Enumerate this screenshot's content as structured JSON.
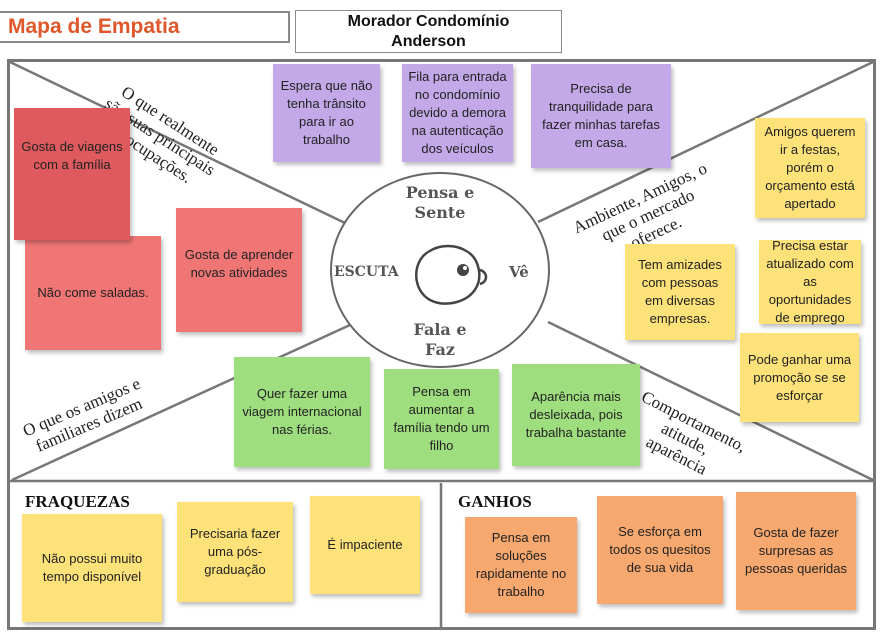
{
  "header": {
    "title": "Mapa de Empatia",
    "persona_line1": "Morador Condomínio",
    "persona_line2": "Anderson"
  },
  "center": {
    "top_line1": "Pensa e",
    "top_line2": "Sente",
    "bottom_line1": "Fala e",
    "bottom_line2": "Faz",
    "left": "ESCUTA",
    "right": "Vê"
  },
  "section_labels": {
    "top_left": [
      "O que realmente",
      "são suas principais",
      "preocupações."
    ],
    "top_right": [
      "Ambiente, Amigos, o",
      "que o mercado",
      "oferece."
    ],
    "bottom_left": [
      "O que os amigos e",
      "familiares dizem"
    ],
    "bottom_right": [
      "Comportamento,",
      "atitude,",
      "aparência"
    ]
  },
  "notes": {
    "pensa": [
      "Espera que não tenha trânsito para ir ao trabalho",
      "Fila para entrada no condomínio devido a demora na autenticação dos veículos",
      "Precisa de tranquilidade para fazer minhas tarefas em casa."
    ],
    "escuta": [
      "Gosta de viagens com a família",
      "Gosta de aprender novas atividades",
      "Não come saladas."
    ],
    "ve": [
      "Amigos querem ir a festas, porém o orçamento está apertado",
      "Precisa estar atualizado com as oportunidades de emprego",
      "Tem amizades com pessoas em diversas empresas.",
      "Pode ganhar uma promoção se se esforçar"
    ],
    "fala": [
      "Quer fazer uma viagem internacional nas férias.",
      "Pensa em aumentar a família tendo um filho",
      "Aparência mais desleixada, pois trabalha bastante"
    ],
    "fraquezas": [
      "Não possui muito tempo disponível",
      "Precisaria fazer uma pós-graduação",
      "É impaciente"
    ],
    "ganhos": [
      "Pensa em soluções rapidamente no trabalho",
      "Se esforça em todos os quesitos de sua vida",
      "Gosta de fazer surpresas as pessoas queridas"
    ]
  },
  "bottom": {
    "fraquezas_title": "FRAQUEZAS",
    "ganhos_title": "GANHOS"
  },
  "colors": {
    "title": "#e0572b",
    "purple": "#c3a9e8",
    "red": "#f07676",
    "yellow": "#fde27a",
    "green": "#9fde7f",
    "orange": "#f7a86e"
  }
}
